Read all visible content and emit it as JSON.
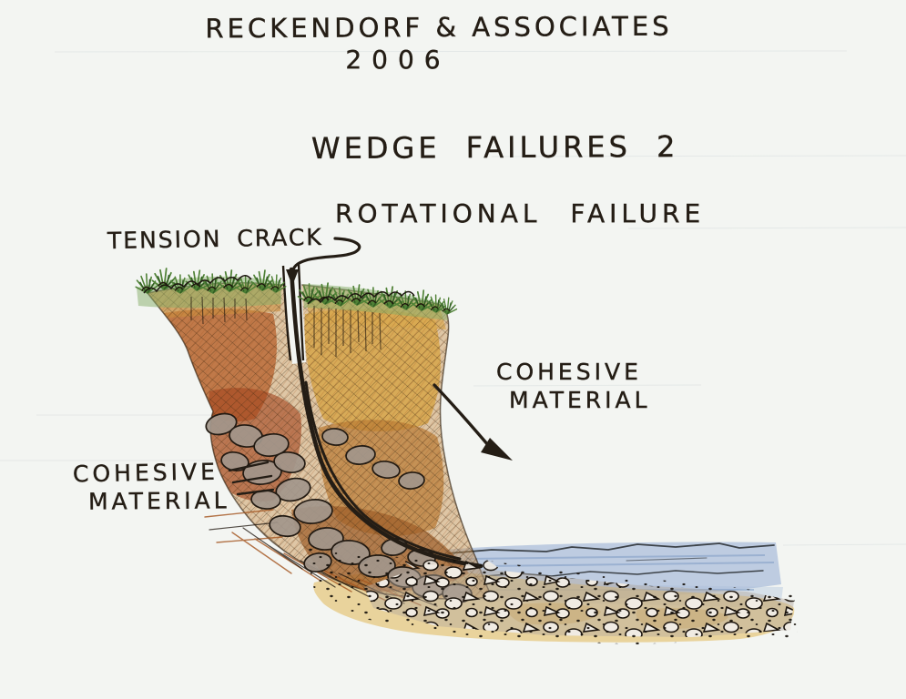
{
  "figure": {
    "credit": "RECKENDORF & ASSOCIATES",
    "year": "2006",
    "series_title": "WEDGE FAILURES 2",
    "diagram_title": "ROTATIONAL FAILURE"
  },
  "labels": {
    "tension_crack": "TENSION CRACK",
    "cohesive_right_line1": "COHESIVE",
    "cohesive_right_line2": "MATERIAL",
    "cohesive_left_line1": "COHESIVE",
    "cohesive_left_line2": "MATERIAL"
  },
  "colors": {
    "paper": "#f3f5f2",
    "ink": "#241d15",
    "grass_green": "#4f8136",
    "grass_wash": "#86ad68",
    "soil_base": "#c68f46",
    "soil_rust": "#b65f2b",
    "soil_red": "#a2431d",
    "soil_ochre": "#d5a344",
    "soil_tan": "#b97a33",
    "soil_brown": "#9c5d28",
    "boulder_gray": "#a2968b",
    "sand_yellow": "#e2bc62",
    "water_blue": "#a9bdd9",
    "wave_ink": "#3c4248"
  }
}
